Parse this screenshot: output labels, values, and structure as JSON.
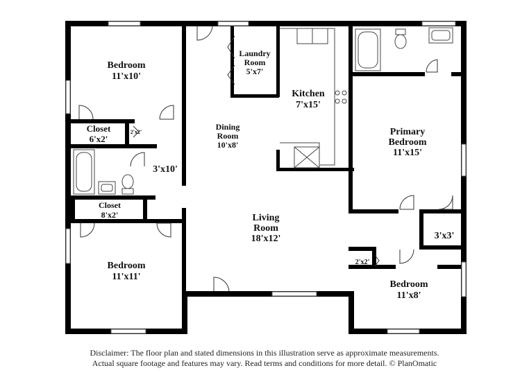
{
  "rooms": {
    "bedroom_top_left": {
      "name": "Bedroom",
      "dims": "11'x10'"
    },
    "closet_top": {
      "name": "Closet",
      "dims": "6'x2'"
    },
    "small_closet_left": {
      "dims": "2'x2'"
    },
    "hall_bath": {
      "dims": "3'x10'"
    },
    "closet_mid": {
      "name": "Closet",
      "dims": "8'x2'"
    },
    "bedroom_bottom_left": {
      "name": "Bedroom",
      "dims": "11'x11'"
    },
    "laundry": {
      "name_line1": "Laundry",
      "name_line2": "Room",
      "dims": "5'x7'"
    },
    "dining": {
      "name_line1": "Dining",
      "name_line2": "Room",
      "dims": "10'x8'"
    },
    "kitchen": {
      "name": "Kitchen",
      "dims": "7'x15'"
    },
    "primary_bedroom": {
      "name_line1": "Primary",
      "name_line2": "Bedroom",
      "dims": "11'x15'"
    },
    "living": {
      "name_line1": "Living",
      "name_line2": "Room",
      "dims": "18'x12'"
    },
    "primary_closet": {
      "dims": "3'x3'"
    },
    "small_closet_right": {
      "dims": "2'x2'"
    },
    "bedroom_bottom_right": {
      "name": "Bedroom",
      "dims": "11'x8'"
    }
  },
  "disclaimer": {
    "line1": "Disclaimer: The floor plan and stated dimensions in this illustration serve as approximate measurements.",
    "line2": "Actual square footage and features may vary. Read terms and conditions for more detail. © PlanOmatic"
  }
}
